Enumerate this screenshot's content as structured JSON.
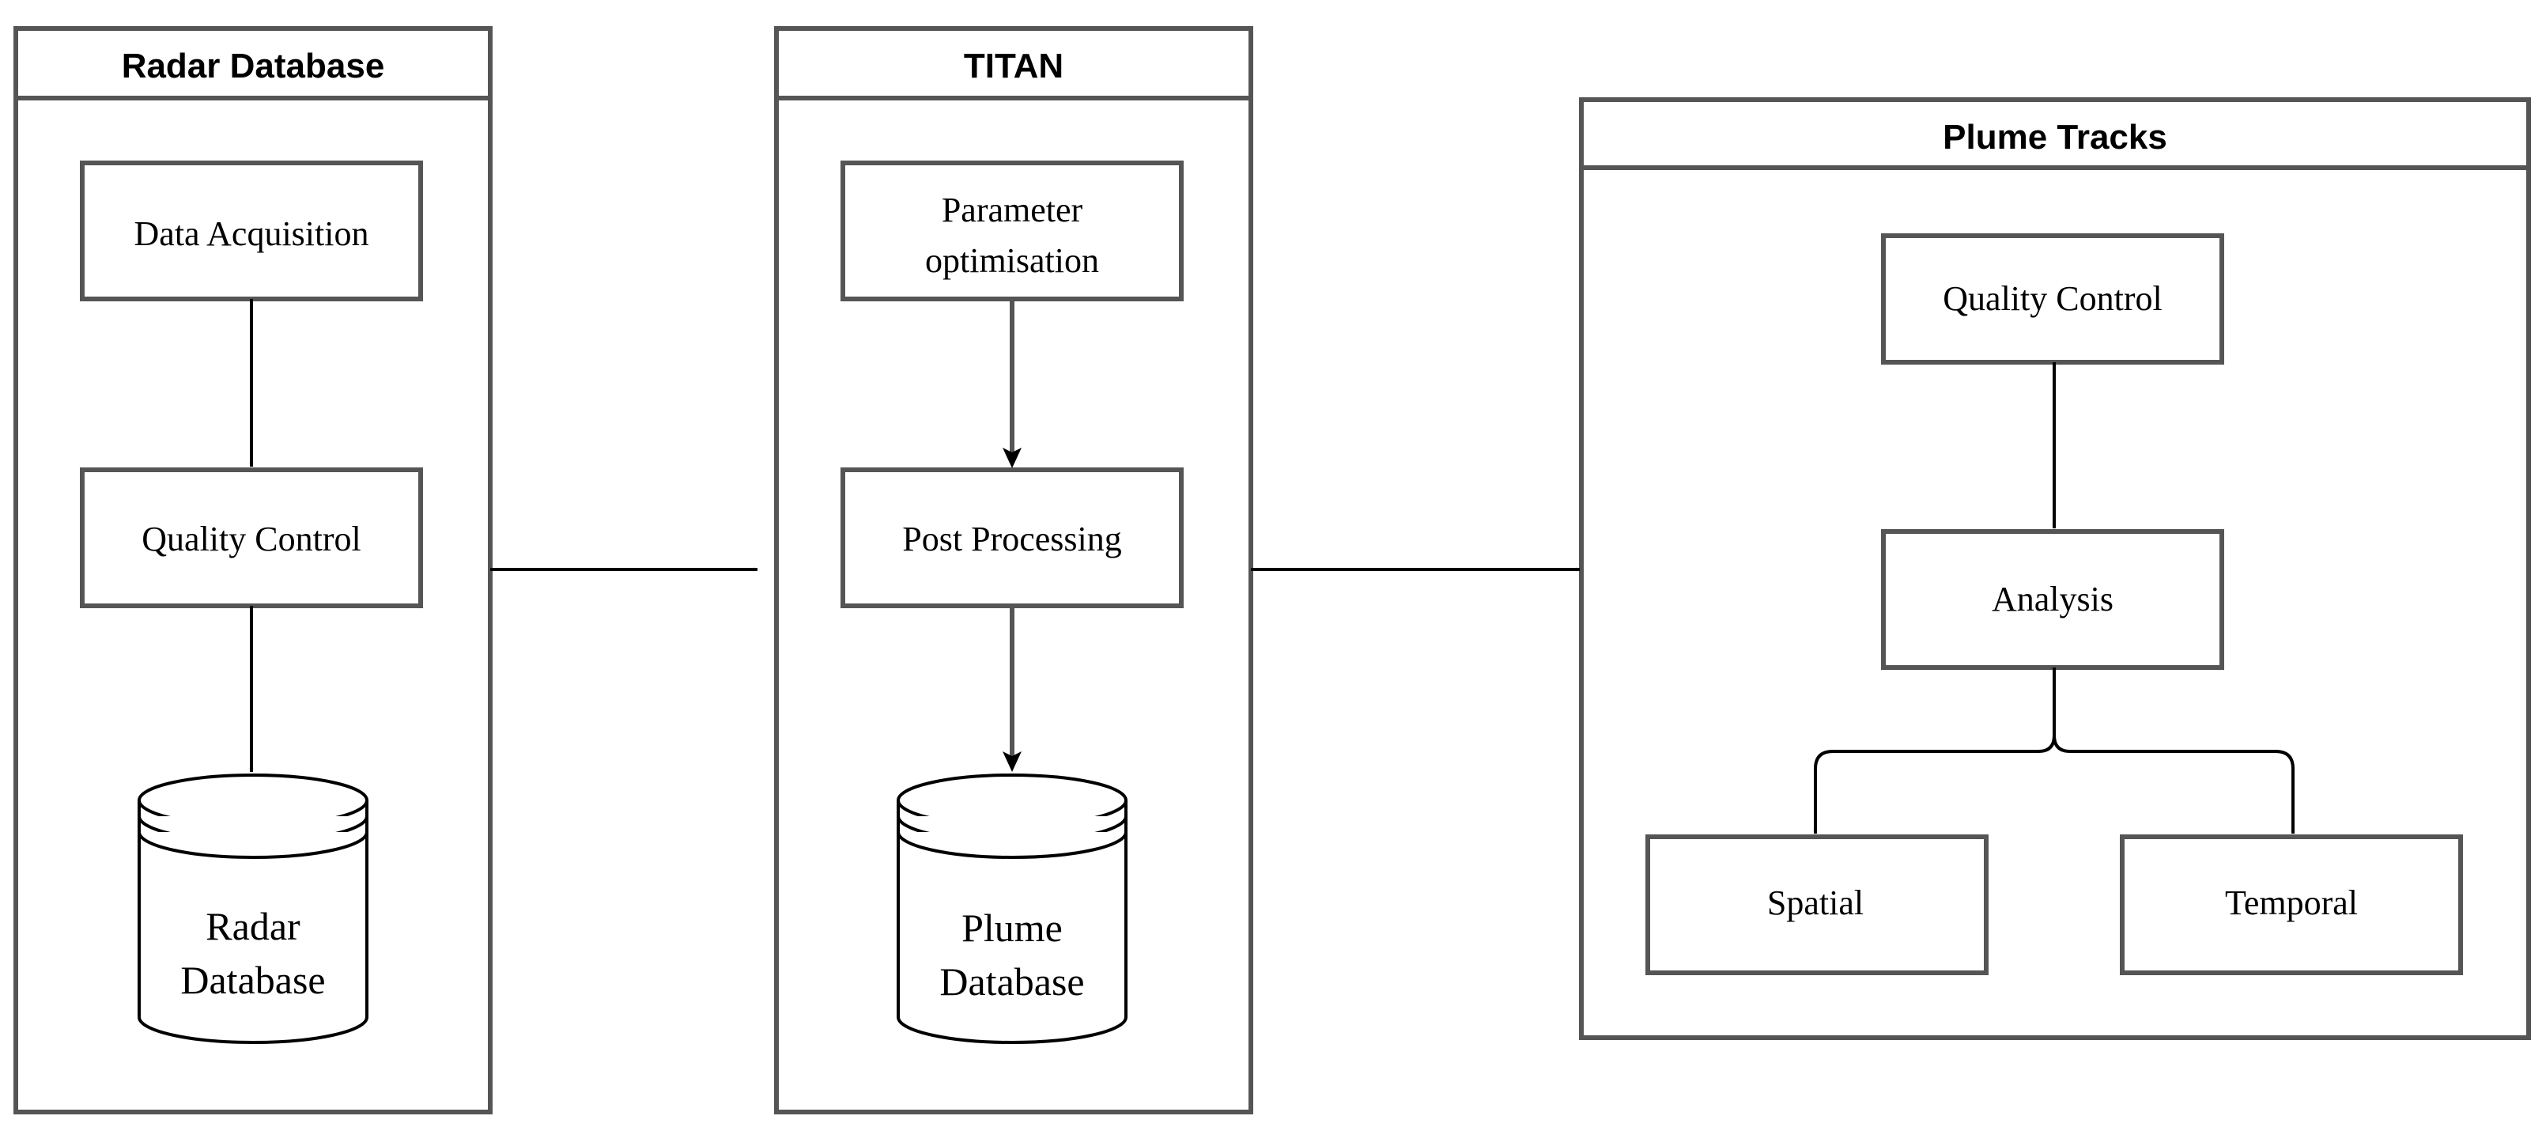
{
  "containers": {
    "radar": {
      "title": "Radar Database"
    },
    "titan": {
      "title": "TITAN"
    },
    "plume": {
      "title": "Plume Tracks"
    }
  },
  "nodes": {
    "data_acquisition": [
      "Data Acquisition"
    ],
    "radar_qc": [
      "Quality Control"
    ],
    "radar_db": [
      "Radar",
      "Database"
    ],
    "param_opt": [
      "Parameter",
      "optimisation"
    ],
    "post_processing": [
      "Post Processing"
    ],
    "plume_db": [
      "Plume",
      "Database"
    ],
    "plume_qc": [
      "Quality Control"
    ],
    "analysis": [
      "Analysis"
    ],
    "spatial": [
      "Spatial"
    ],
    "temporal": [
      "Temporal"
    ]
  },
  "colors": {
    "frame": "#555555",
    "arrow": "#000000",
    "background": "#ffffff"
  }
}
